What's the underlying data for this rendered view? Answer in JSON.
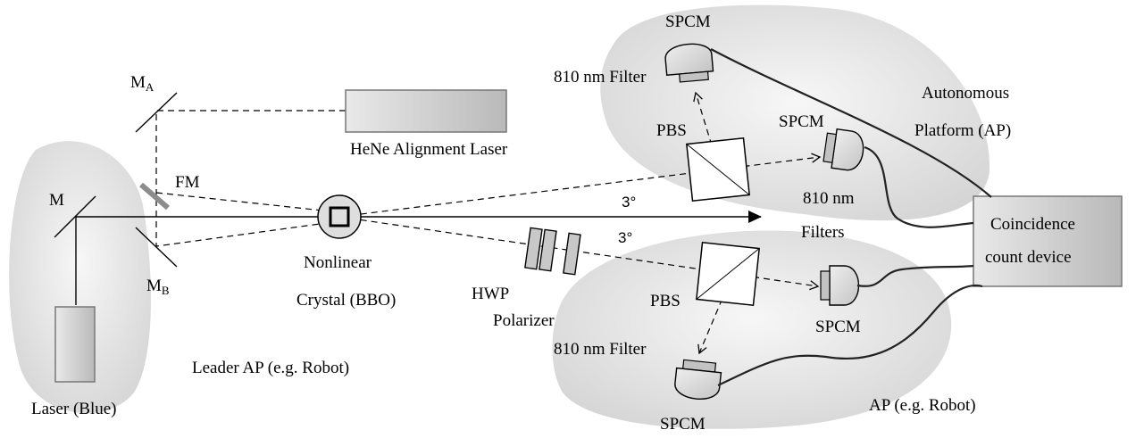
{
  "labels": {
    "spcm_top": "SPCM",
    "filter_top": "810 nm Filter",
    "mirror_a": "M",
    "mirror_a_sub": "A",
    "hene_laser": "HeNe Alignment Laser",
    "autonomous_platform_line1": "Autonomous",
    "autonomous_platform_line2": "Platform (AP)",
    "spcm_right_top": "SPCM",
    "pbs_top": "PBS",
    "flip_mirror": "FM",
    "mirror_m": "M",
    "angle_top": "3°",
    "filters_line1": "810 nm",
    "filters_line2": "Filters",
    "coincidence_line1": "Coincidence",
    "coincidence_line2": "count device",
    "angle_bottom": "3°",
    "mirror_b": "M",
    "mirror_b_sub": "B",
    "crystal_line1": "Nonlinear",
    "crystal_line2": "Crystal (BBO)",
    "hwp": "HWP",
    "polarizer": "Polarizer",
    "pbs_bottom": "PBS",
    "spcm_right_bottom": "SPCM",
    "leader_ap": "Leader AP (e.g. Robot)",
    "filter_bottom": "810 nm Filter",
    "laser_blue": "Laser (Blue)",
    "spcm_bottom": "SPCM",
    "ap_robot": "AP (e.g. Robot)"
  },
  "colors": {
    "region_fill_light": "#f2f2f2",
    "region_fill_dark": "#cfcfcf",
    "component_fill": "#d6d6d6",
    "line": "#000000"
  }
}
